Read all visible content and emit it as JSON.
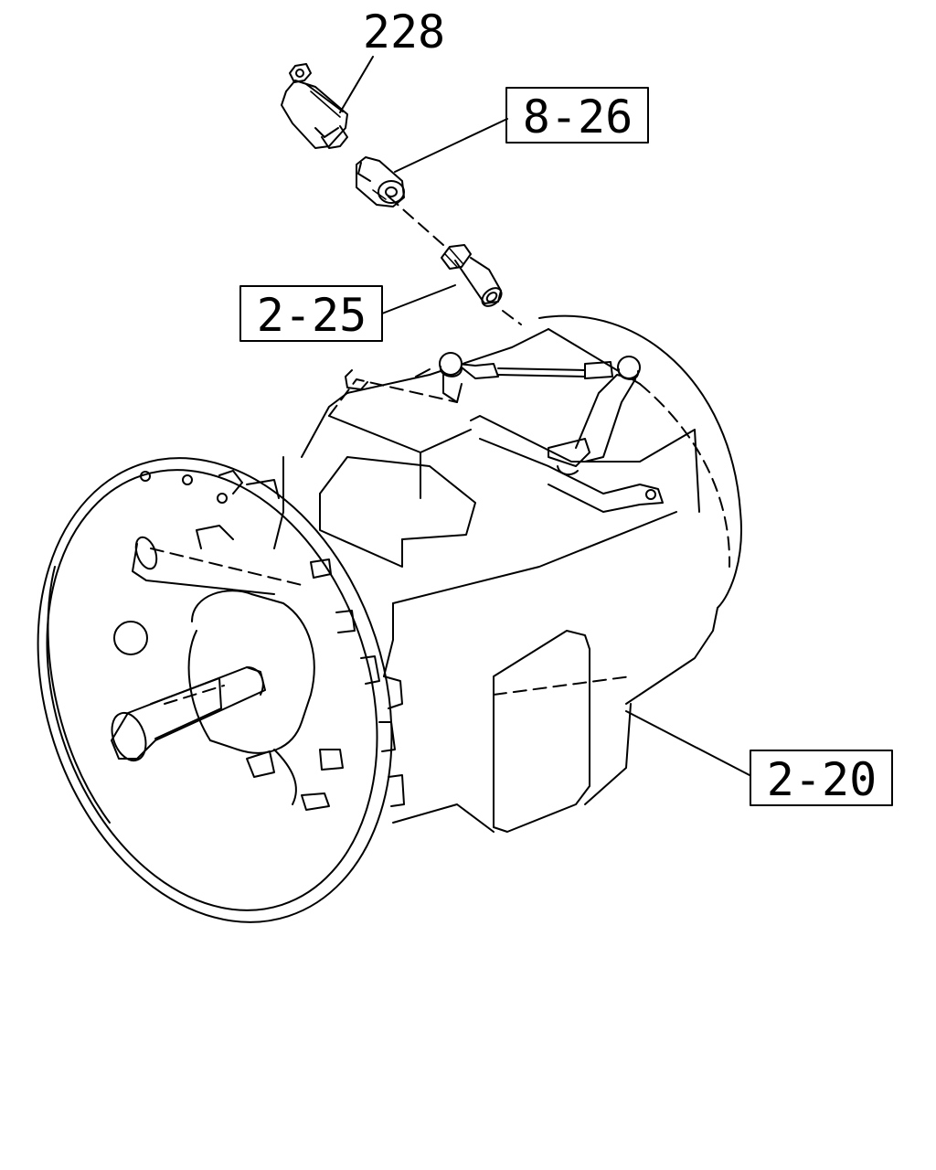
{
  "labels": {
    "sensor_switch": "228",
    "connector": "8-26",
    "pin": "2-25",
    "transmission": "2-20"
  }
}
